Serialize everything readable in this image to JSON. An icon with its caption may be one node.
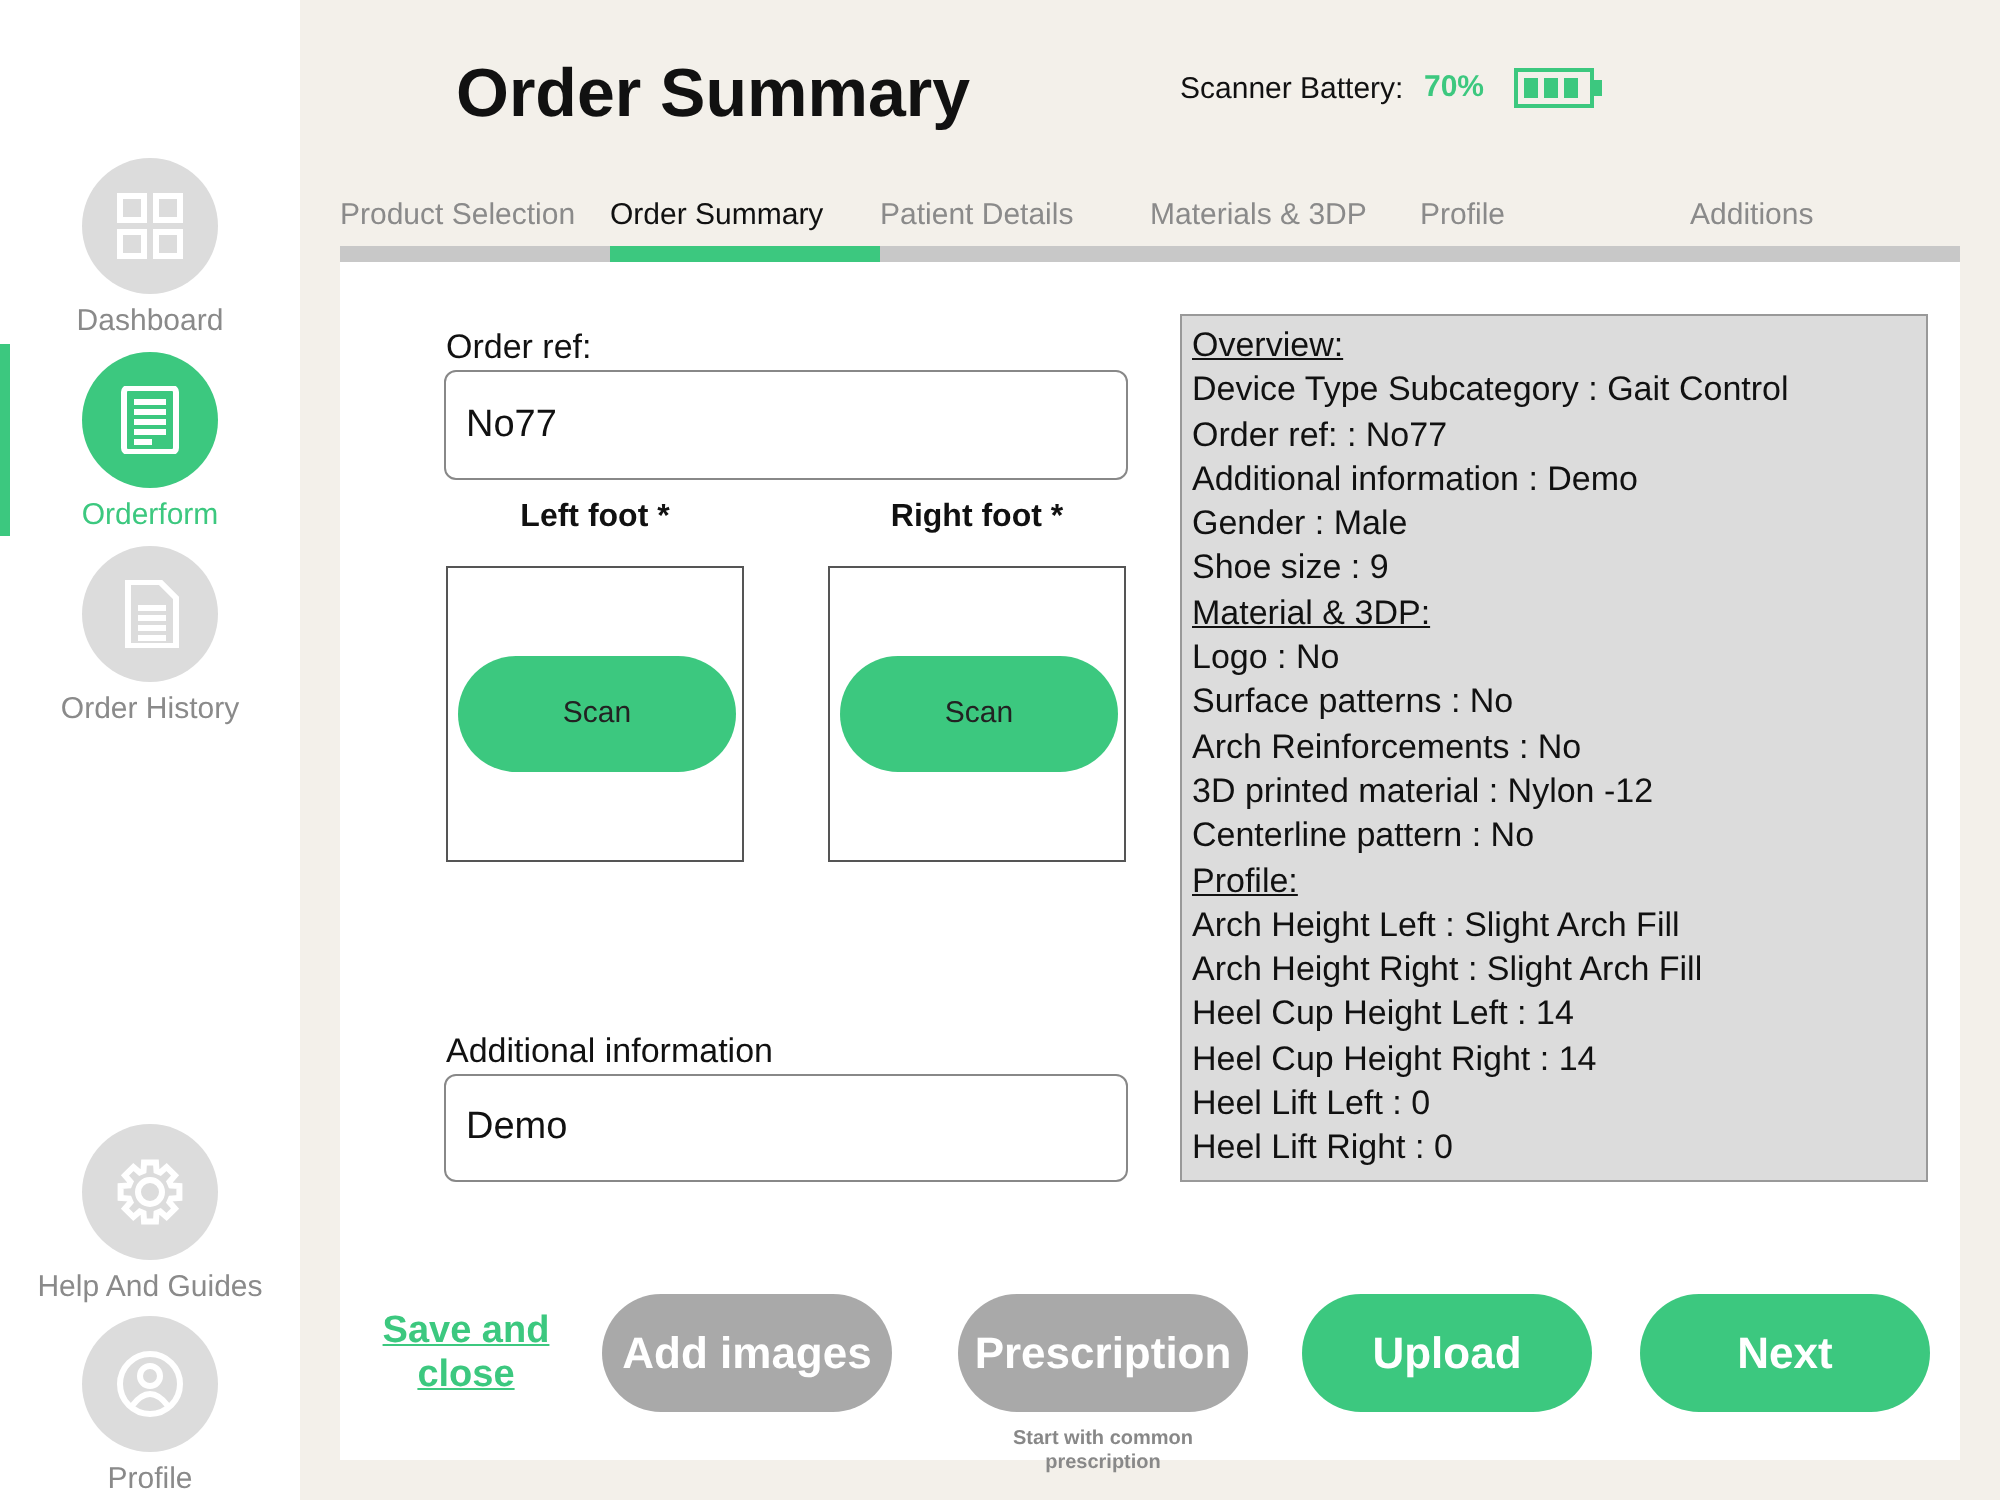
{
  "diagram": {
    "title": "Order Summary",
    "nodes": [
      {
        "text": [
          "Dashboard"
        ]
      },
      {
        "text": [
          "Orderform"
        ]
      },
      {
        "text": [
          "Order History"
        ]
      },
      {
        "text": [
          "Help And Guides"
        ]
      },
      {
        "text": [
          "Profile"
        ]
      },
      {
        "text": [
          "Order ref:",
          "No77"
        ]
      },
      {
        "text": [
          "Left foot *"
        ]
      },
      {
        "text": [
          "Scan"
        ],
        "in": 6
      },
      {
        "text": [
          "Right foot *"
        ]
      },
      {
        "text": [
          "Scan"
        ],
        "in": 8
      },
      {
        "text": [
          "Additional information",
          "Demo"
        ]
      },
      {
        "text": [
          "Overview:",
          "Device Type Subcategory : Gait Control",
          "Order ref: : No77",
          "Additional information : Demo",
          "Gender : Male",
          "Shoe size : 9",
          "Material & 3DP:",
          "Logo : No",
          "Surface patterns : No",
          "Arch Reinforcements : No",
          "3D printed material : Nylon -12",
          "Centerline pattern : No",
          "Profile:",
          "Arch Height Left : Slight Arch Fill",
          "Arch Height Right : Slight Arch Fill",
          "Heel Cup Height Left : 14",
          "Heel Cup Height Right : 14",
          "Heel Lift Left : 0",
          "Heel Lift Right : 0"
        ]
      },
      {
        "text": [
          "Save and close"
        ]
      },
      {
        "text": [
          "Add images"
        ]
      },
      {
        "text": [
          "Prescription"
        ],
        "beside": [
          "Start with common prescription"
        ]
      },
      {
        "text": [
          "Upload"
        ]
      },
      {
        "text": [
          "Next"
        ]
      }
    ],
    "labels": [
      "Scanner Battery:",
      "70%",
      "Product Selection",
      "Order Summary",
      "Patient Details",
      "Materials & 3DP",
      "Profile",
      "Additions"
    ]
  }
}
